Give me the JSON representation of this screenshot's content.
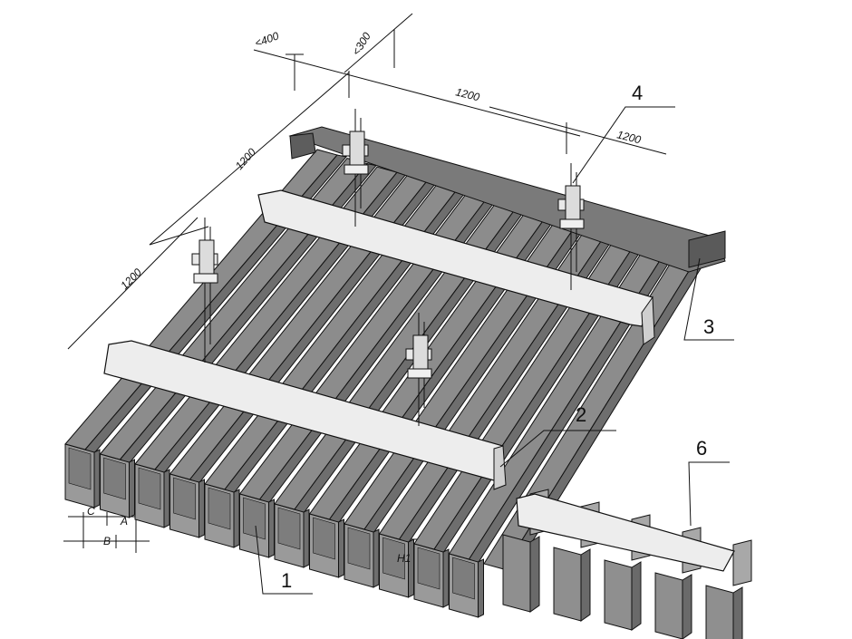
{
  "dimensions": {
    "lt400": "<400",
    "lt300": "<300",
    "d1200_top": "1200",
    "d1200_topright": "1200",
    "d1200_diag_upper": "1200",
    "d1200_diag_lower": "1200",
    "a": "A",
    "b": "B",
    "c": "C",
    "h1": "H1"
  },
  "callouts": [
    {
      "id": "1",
      "label": "1"
    },
    {
      "id": "2",
      "label": "2"
    },
    {
      "id": "3",
      "label": "3"
    },
    {
      "id": "4",
      "label": "4"
    },
    {
      "id": "6",
      "label": "6"
    }
  ],
  "colors": {
    "slat_top": "#8c8c8c",
    "slat_side": "#6e6e6e",
    "slat_front": "#9a9a9a",
    "rail": "#e8e8e8",
    "line": "#111111"
  }
}
